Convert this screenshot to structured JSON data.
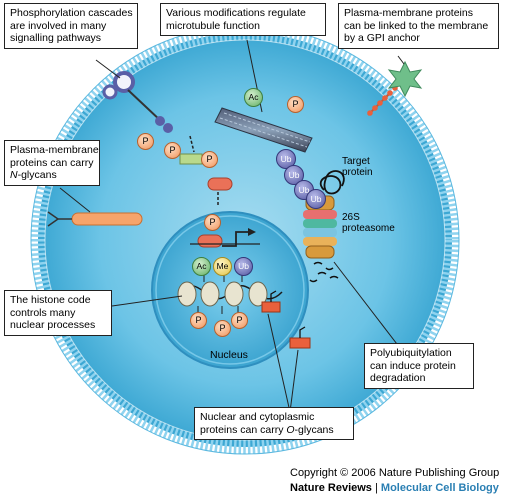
{
  "labels": {
    "phospho_1": "Phosphorylation cascades",
    "phospho_2": "are involved in many",
    "phospho_3": "signalling pathways",
    "micro_1": "Various modifications regulate",
    "micro_2": "microtubule function",
    "gpi_1": "Plasma-membrane proteins",
    "gpi_2": "can be linked to the membrane",
    "gpi_3": "by a GPI anchor",
    "nglyc_1": "Plasma-membrane",
    "nglyc_2": "proteins can carry",
    "nglyc_3_pre": "",
    "nglyc_3_em": "N",
    "nglyc_3_post": "-glycans",
    "histone_1": "The histone code",
    "histone_2": "controls many",
    "histone_3": "nuclear processes",
    "polyub_1": "Polyubiquitylation",
    "polyub_2": "can induce protein",
    "polyub_3": "degradation",
    "oglyc_1": "Nuclear and cytoplasmic",
    "oglyc_2_pre": "proteins can carry ",
    "oglyc_2_em": "O",
    "oglyc_2_post": "-glycans"
  },
  "diagram": {
    "nucleus": "Nucleus",
    "target_protein_1": "Target",
    "target_protein_2": "protein",
    "proteasome_1": "26S",
    "proteasome_2": "proteasome",
    "mod_p": "P",
    "mod_ac": "Ac",
    "mod_me": "Me",
    "mod_ub": "Ub"
  },
  "credit": {
    "copyright": "Copyright © 2006 Nature Publishing Group",
    "journal_bold": "Nature Reviews",
    "separator": " | ",
    "journal_section": "Molecular Cell Biology"
  },
  "colors": {
    "cell_fill": "#4fb8e0",
    "membrane": "#7ec8e8",
    "nucleus_fill": "#3eabd6",
    "phosphate": "#f4a674",
    "ubiquitin": "#6b70b8",
    "acetyl": "#7cc47f",
    "methyl": "#f3de6e",
    "o_glycan": "#e9603c",
    "receptor_green": "#b9d98c",
    "gpi_star": "#6fbf8a"
  }
}
